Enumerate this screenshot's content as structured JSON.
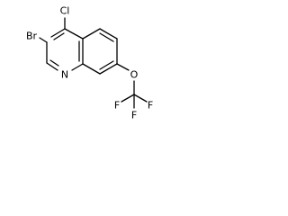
{
  "atoms": {
    "cl": {
      "symbol": "Cl",
      "color": "#000000"
    },
    "br": {
      "symbol": "Br",
      "color": "#000000"
    },
    "n": {
      "symbol": "N",
      "color": "#000000"
    },
    "o": {
      "symbol": "O",
      "color": "#000000"
    },
    "f1": {
      "symbol": "F",
      "color": "#000000"
    },
    "f2": {
      "symbol": "F",
      "color": "#000000"
    },
    "f3": {
      "symbol": "F",
      "color": "#000000"
    }
  }
}
